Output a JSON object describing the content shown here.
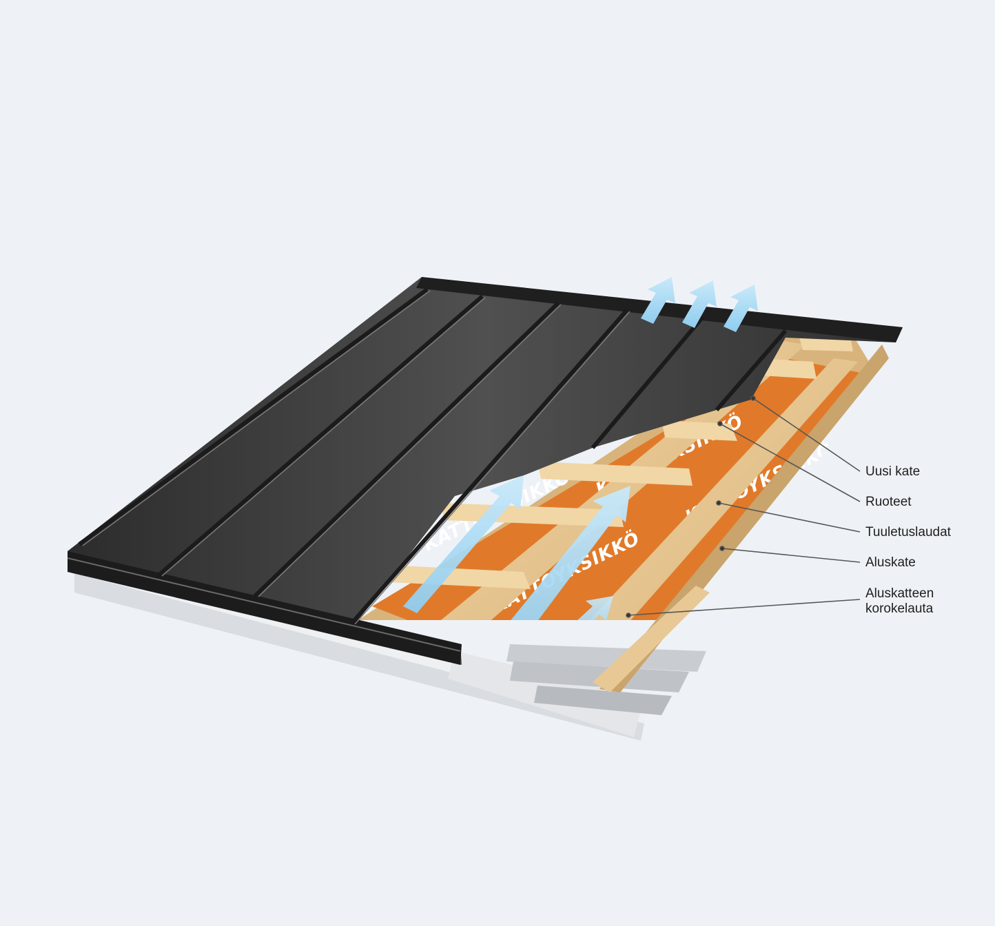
{
  "diagram": {
    "membrane_print": "KATTOYKSIKKÖ",
    "labels": [
      {
        "id": "uusi-kate",
        "text": "Uusi kate"
      },
      {
        "id": "ruoteet",
        "text": "Ruoteet"
      },
      {
        "id": "tuuletuslaudat",
        "text": "Tuuletuslaudat"
      },
      {
        "id": "aluskate",
        "text": "Aluskate"
      },
      {
        "id": "aluskatteen-korokelauta",
        "text": "Aluskatteen\nkorokelauta"
      }
    ],
    "colors": {
      "background": "#eef2f6",
      "roof_metal": "#3a3a3a",
      "membrane": "#e07a2a",
      "wood": "#e8c894",
      "airflow": "#a9d8f2",
      "fascia": "#dfe2e6"
    }
  }
}
